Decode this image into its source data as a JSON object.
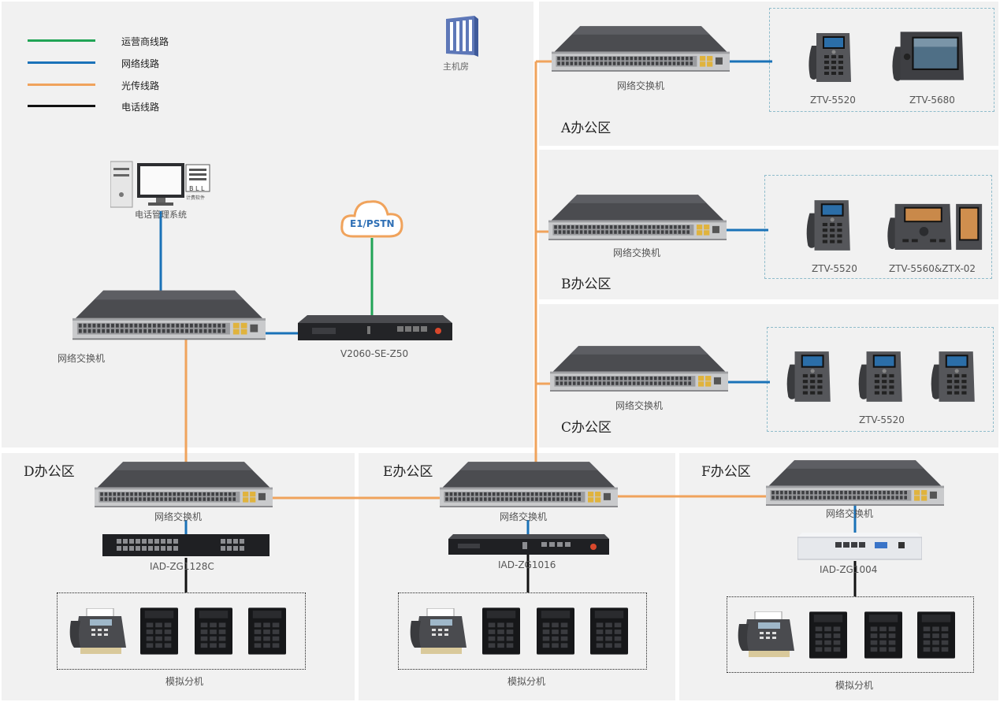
{
  "legend": [
    {
      "label": "运营商线路",
      "color": "#21a456"
    },
    {
      "label": "网络线路",
      "color": "#1a72b8"
    },
    {
      "label": "光传线路",
      "color": "#f0a35c"
    },
    {
      "label": "电话线路",
      "color": "#111111"
    }
  ],
  "server_room": {
    "label": "主机房"
  },
  "management": {
    "label": "电话管理系统",
    "screen_text": "B L L",
    "software_text": "计费软件"
  },
  "cloud": {
    "label": "E1/PSTN"
  },
  "core_switch": {
    "label": "网络交换机"
  },
  "gateway": {
    "label": "V2060-SE-Z50"
  },
  "zones": {
    "a": {
      "name": "A办公区",
      "switch_label": "网络交换机",
      "phones": [
        "ZTV-5520",
        "ZTV-5680"
      ]
    },
    "b": {
      "name": "B办公区",
      "switch_label": "网络交换机",
      "phones": [
        "ZTV-5520",
        "ZTV-5560&ZTX-02"
      ]
    },
    "c": {
      "name": "C办公区",
      "switch_label": "网络交换机",
      "phones": [
        "ZTV-5520"
      ]
    },
    "d": {
      "name": "D办公区",
      "switch_label": "网络交换机",
      "iad": "IAD-ZG1128C",
      "analog": "模拟分机"
    },
    "e": {
      "name": "E办公区",
      "switch_label": "网络交换机",
      "iad": "IAD-ZG1016",
      "analog": "模拟分机"
    },
    "f": {
      "name": "F办公区",
      "switch_label": "网络交换机",
      "iad": "IAD-ZG1004",
      "analog": "模拟分机"
    }
  }
}
